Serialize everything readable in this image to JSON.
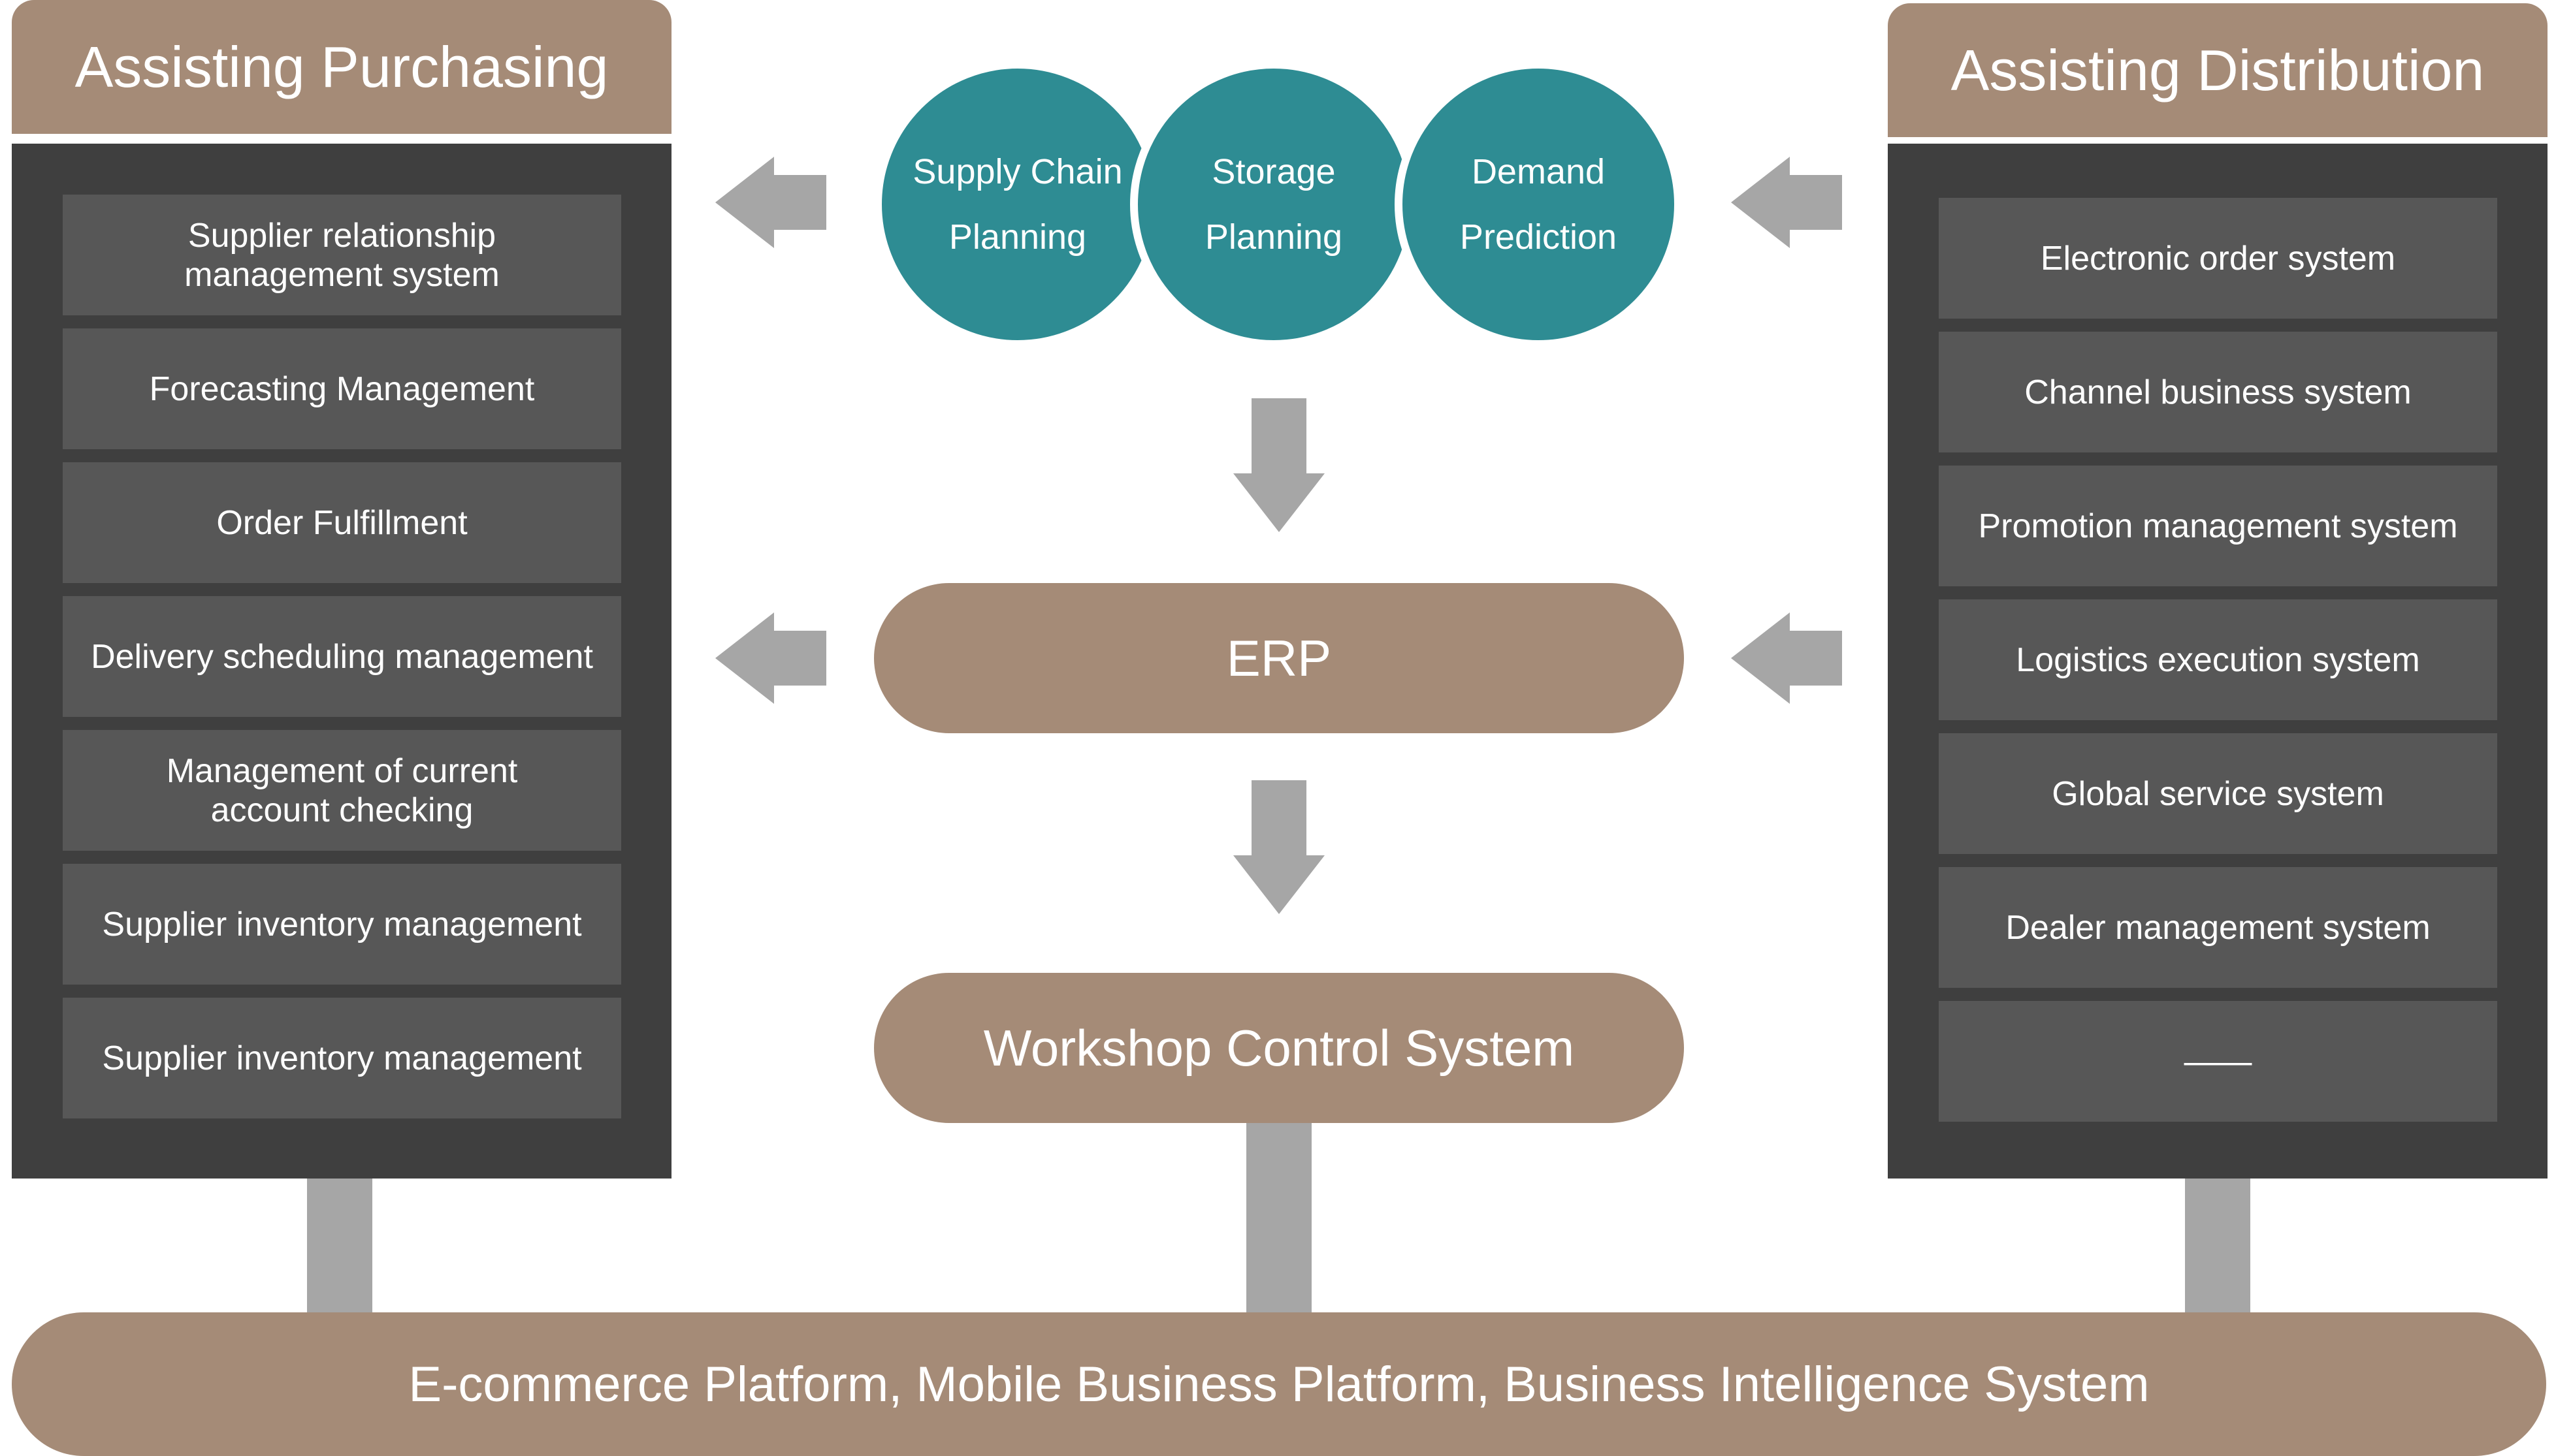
{
  "colors": {
    "accent_tan": "#a58b77",
    "panel_dark": "#3f3f3f",
    "item_gray": "#575757",
    "teal": "#2e8c93",
    "arrow_gray": "#a6a6a6"
  },
  "left": {
    "title": "Assisting Purchasing",
    "items": [
      "Supplier relationship\nmanagement system",
      "Forecasting Management",
      "Order Fulfillment",
      "Delivery scheduling management",
      "Management of current\naccount checking",
      "Supplier inventory management",
      "Supplier inventory management"
    ]
  },
  "right": {
    "title": "Assisting Distribution",
    "items": [
      "Electronic order system",
      "Channel business system",
      "Promotion management system",
      "Logistics execution system",
      "Global service system",
      "Dealer management system",
      "——"
    ]
  },
  "center": {
    "circles": [
      "Supply Chain\nPlanning",
      "Storage\nPlanning",
      "Demand\nPrediction"
    ],
    "erp": "ERP",
    "workshop": "Workshop Control System"
  },
  "bottom": {
    "platform": "E-commerce Platform, Mobile Business Platform, Business Intelligence System"
  }
}
